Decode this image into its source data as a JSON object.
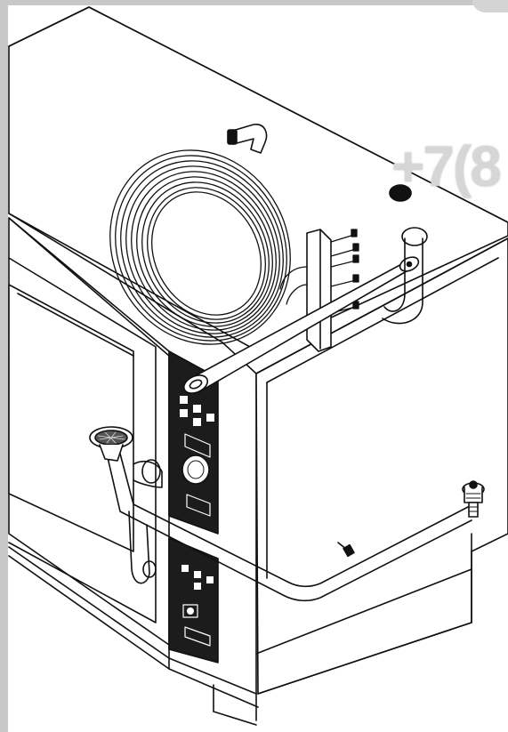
{
  "figure": {
    "watermark_text": "+7(8",
    "colors": {
      "outline": "#111111",
      "panel": "#1c1c1c",
      "body": "#ffffff",
      "frame": "#c8c8c8",
      "watermark": "#d6d6d6"
    },
    "parts": [
      "oven-body",
      "control-panel-upper",
      "control-panel-lower",
      "coiled-hose",
      "hose-manifold-bracket",
      "elbow-fitting",
      "drain-pipe",
      "drain-strainer",
      "water-inlet-valve",
      "probe-connector"
    ]
  }
}
